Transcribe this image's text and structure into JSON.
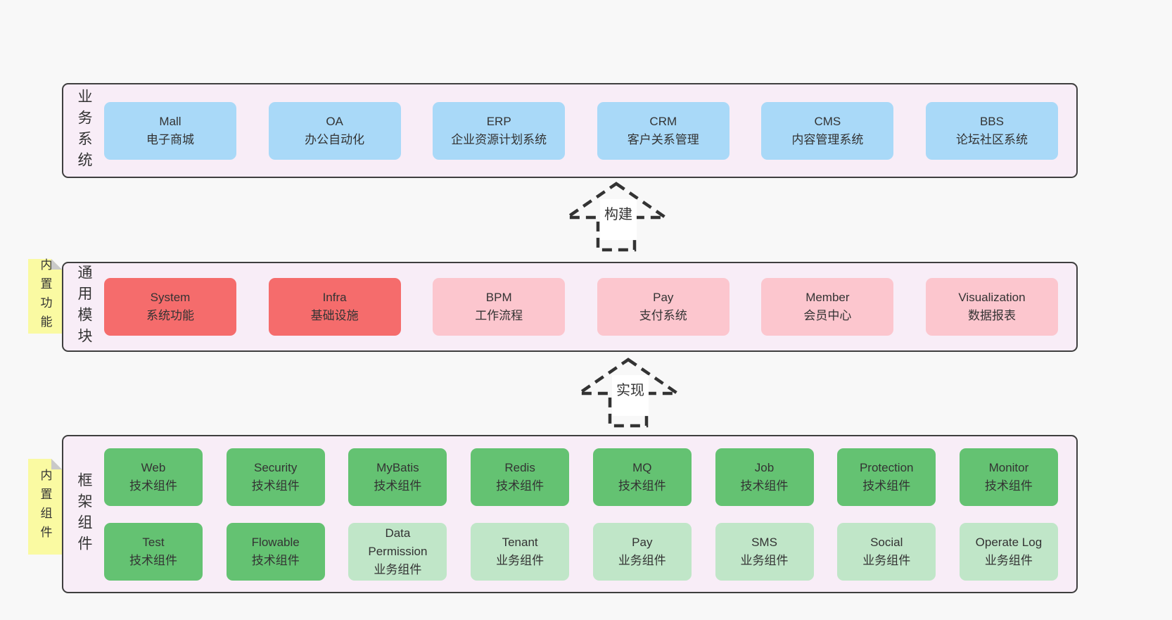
{
  "diagram": {
    "arrows": [
      {
        "label": "构建"
      },
      {
        "label": "实现"
      }
    ],
    "layers": [
      {
        "side_label": "业务系统",
        "items": [
          {
            "name": "Mall",
            "desc": "电子商城"
          },
          {
            "name": "OA",
            "desc": "办公自动化"
          },
          {
            "name": "ERP",
            "desc": "企业资源计划系统"
          },
          {
            "name": "CRM",
            "desc": "客户关系管理"
          },
          {
            "name": "CMS",
            "desc": "内容管理系统"
          },
          {
            "name": "BBS",
            "desc": "论坛社区系统"
          }
        ]
      },
      {
        "side_label": "通用模块",
        "sticky_label": "内置功能",
        "items": [
          {
            "name": "System",
            "desc": "系统功能"
          },
          {
            "name": "Infra",
            "desc": "基础设施"
          },
          {
            "name": "BPM",
            "desc": "工作流程"
          },
          {
            "name": "Pay",
            "desc": "支付系统"
          },
          {
            "name": "Member",
            "desc": "会员中心"
          },
          {
            "name": "Visualization",
            "desc": "数据报表"
          }
        ]
      },
      {
        "side_label": "框架组件",
        "sticky_label": "内置组件",
        "rows": [
          [
            {
              "name": "Web",
              "desc": "技术组件"
            },
            {
              "name": "Security",
              "desc": "技术组件"
            },
            {
              "name": "MyBatis",
              "desc": "技术组件"
            },
            {
              "name": "Redis",
              "desc": "技术组件"
            },
            {
              "name": "MQ",
              "desc": "技术组件"
            },
            {
              "name": "Job",
              "desc": "技术组件"
            },
            {
              "name": "Protection",
              "desc": "技术组件"
            },
            {
              "name": "Monitor",
              "desc": "技术组件"
            }
          ],
          [
            {
              "name": "Test",
              "desc": "技术组件"
            },
            {
              "name": "Flowable",
              "desc": "技术组件"
            },
            {
              "name": "Data Permission",
              "desc": "业务组件"
            },
            {
              "name": "Tenant",
              "desc": "业务组件"
            },
            {
              "name": "Pay",
              "desc": "业务组件"
            },
            {
              "name": "SMS",
              "desc": "业务组件"
            },
            {
              "name": "Social",
              "desc": "业务组件"
            },
            {
              "name": "Operate Log",
              "desc": "业务组件"
            }
          ]
        ]
      }
    ],
    "colors": {
      "page_bg": "#f8f8f8",
      "layer_bg": "#f8edf7",
      "layer_border": "#3f3f3f",
      "business_box": "#a9d9f8",
      "core_module_box": "#f56c6c",
      "module_box": "#fcc6ce",
      "tech_component_box": "#64c272",
      "biz_component_box": "#c0e6c8",
      "sticky_note": "#fafaa2",
      "text": "#333333"
    }
  }
}
